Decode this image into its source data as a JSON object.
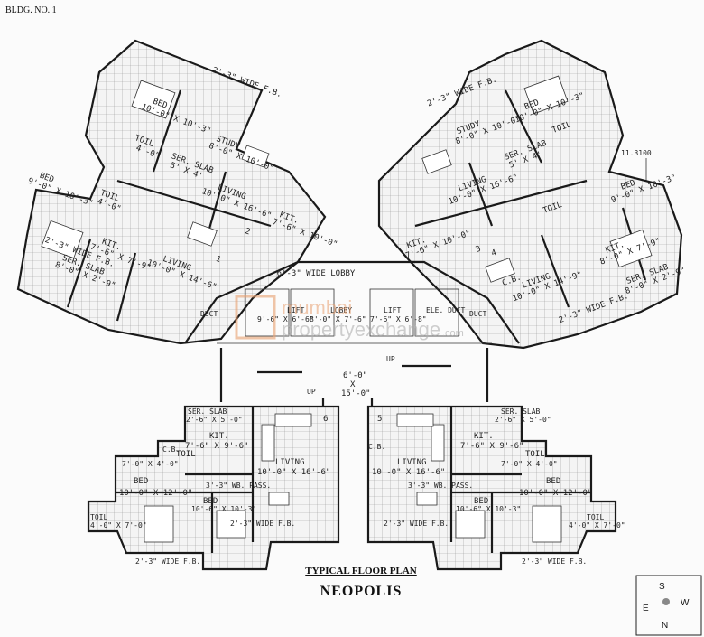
{
  "header": {
    "building_label": "BLDG. NO. 1",
    "side_note": "11.3100"
  },
  "lobby": {
    "wide_lobby": "6'-3\" WIDE LOBBY",
    "lobby": "LOBBY",
    "duct": "DUCT",
    "duct_ele": "ELE. DUCT",
    "lift": "LIFT",
    "lift_size_a": "9'-6\" X 6'-6\"",
    "lift_size_b": "8'-0\" X 7'-6\"",
    "lift_size_c": "7'-6\" X 6'-8\"",
    "stair_width": "6'-0\"",
    "stair_x": "X",
    "stair_len": "15'-0\"",
    "up": "UP"
  },
  "units": {
    "u1": {
      "number": "1",
      "kit": "KIT.",
      "kit_size": "7'-6\" X 7'-9\"",
      "living": "LIVING",
      "living_size": "10'-0\" X 14'-6\"",
      "bed": "BED",
      "bed_size": "9'-0\" X 10'-3\"",
      "toil": "TOIL",
      "toil_size": "4'-0\"",
      "fb": "2'-3\" WIDE F.B.",
      "ser_slab": "SER. SLAB",
      "ser_size": "8'-0\" X 2'-9\""
    },
    "u2": {
      "number": "2",
      "kit": "KIT.",
      "kit_size": "7'-6\" X 10'-0\"",
      "living": "LIVING",
      "living_size": "10'-0\" X 16'-6\"",
      "bed": "BED",
      "bed_size": "10'-0\" X 10'-3\"",
      "study": "STUDY",
      "study_size": "8'-0\" X 10'-0\"",
      "toil": "TOIL",
      "toil_size": "4'-0\"",
      "ser_slab": "SER. SLAB",
      "ser_size": "5' X 4'",
      "fb": "2'-3\" WIDE F.B."
    },
    "u3": {
      "number": "3",
      "kit": "KIT.",
      "kit_size": "7'-6\" X 10'-0\"",
      "living": "LIVING",
      "living_size": "10'-0\" X 16'-6\"",
      "bed": "BED",
      "bed_size": "10'-0\" X 10'-3\"",
      "study": "STUDY",
      "study_size": "8'-0\" X 10'-0\"",
      "toil": "TOIL",
      "ser_slab": "SER. SLAB",
      "ser_size": "5' X 4'",
      "fb": "2'-3\" WIDE F.B."
    },
    "u4": {
      "number": "4",
      "kit": "KIT.",
      "kit_size": "8'-0\" X 7'-9\"",
      "living": "LIVING",
      "living_size": "10'-0\" X 14'-9\"",
      "bed": "BED",
      "bed_size": "9'-0\" X 10'-3\"",
      "toil": "TOIL",
      "cb": "C.B.",
      "ser_slab": "SER. SLAB",
      "ser_size": "8'-0\" X 2'-9\"",
      "fb": "2'-3\" WIDE F.B."
    },
    "u5": {
      "number": "5",
      "kit": "KIT.",
      "kit_size": "7'-6\" X 9'-6\"",
      "living": "LIVING",
      "living_size": "10'-0\" X 16'-6\"",
      "bed_a": "BED",
      "bed_a_size": "10'-0\" X 12'-0\"",
      "bed_b": "BED",
      "bed_b_size": "10'-6\" X 10'-3\"",
      "toil_a": "TOIL",
      "toil_a_size": "7'-0\" X 4'-0\"",
      "toil_b": "TOIL",
      "toil_b_size": "4'-0\" X 7'-0\"",
      "wb": "3'-3\" WB. PASS.",
      "fb_a": "2'-3\" WIDE F.B.",
      "fb_b": "2'-3\" WIDE F.B.",
      "cb": "C.B.",
      "ser_slab": "SER. SLAB",
      "ser_size": "2'-6\" X 5'-0\""
    },
    "u6": {
      "number": "6",
      "kit": "KIT.",
      "kit_size": "7'-6\" X 9'-6\"",
      "living": "LIVING",
      "living_size": "10'-0\" X 16'-6\"",
      "bed_a": "BED",
      "bed_a_size": "10'-0\" X 12'-0\"",
      "bed_b": "BED",
      "bed_b_size": "10'-6\" X 10'-3\"",
      "toil_a": "TOIL",
      "toil_a_size": "7'-0\" X 4'-0\"",
      "toil_b": "TOIL",
      "toil_b_size": "4'-0\" X 7'-0\"",
      "wb": "3'-3\" WB. PASS.",
      "fb_a": "2'-3\" WIDE F.B.",
      "fb_b": "2'-3\" WIDE F.B.",
      "cb": "C.B.",
      "ser_slab": "SER. SLAB",
      "ser_size": "2'-6\" X 5'-0\""
    }
  },
  "footer": {
    "plan_title": "TYPICAL FLOOR PLAN",
    "project": "NEOPOLIS"
  },
  "watermark": {
    "line1": "mumbai",
    "line2": "propertyexchange",
    "line3": ".com"
  },
  "compass": {
    "s": "S",
    "e": "E",
    "w": "W",
    "n": "N"
  }
}
